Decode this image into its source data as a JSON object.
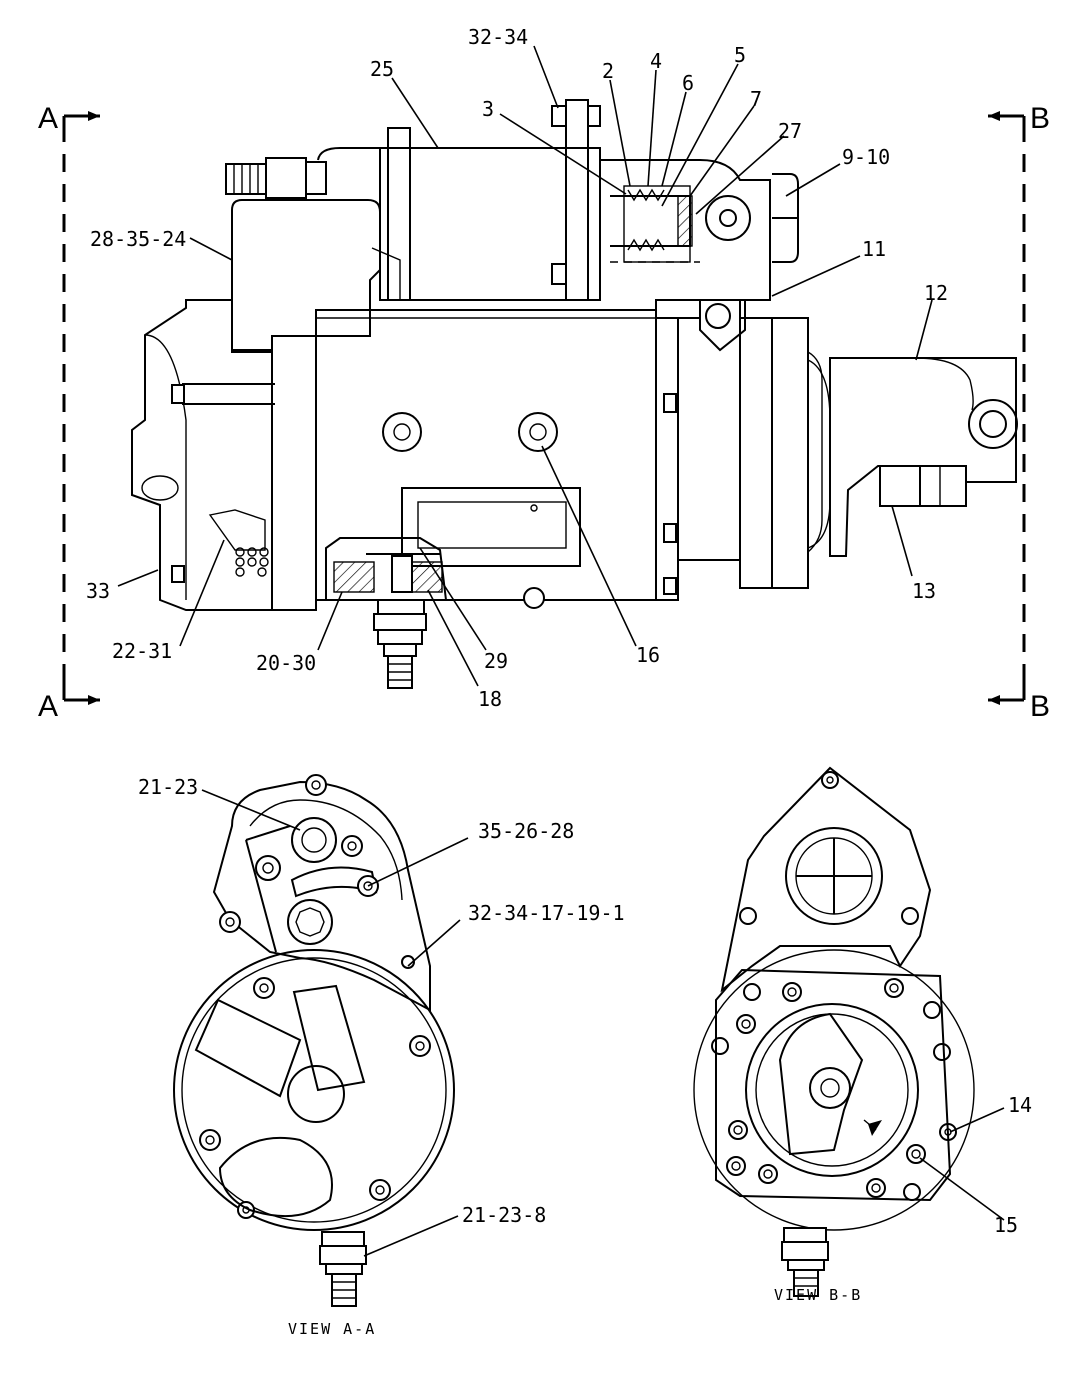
{
  "callouts": {
    "c_32_34": "32-34",
    "c_25": "25",
    "c_2": "2",
    "c_4": "4",
    "c_5": "5",
    "c_6": "6",
    "c_3": "3",
    "c_7": "7",
    "c_27": "27",
    "c_9_10": "9-10",
    "c_28_35_24": "28-35-24",
    "c_11": "11",
    "c_12": "12",
    "c_13": "13",
    "c_33": "33",
    "c_22_31": "22-31",
    "c_20_30": "20-30",
    "c_29": "29",
    "c_18": "18",
    "c_16": "16",
    "c_21_23": "21-23",
    "c_35_26_28": "35-26-28",
    "c_32_34_17_19_1": "32-34-17-19-1",
    "c_21_23_8": "21-23-8",
    "c_14": "14",
    "c_15": "15"
  },
  "section_marks": {
    "a_top": "A",
    "a_bottom": "A",
    "b_top": "B",
    "b_bottom": "B"
  },
  "views": {
    "view_a": "VIEW A-A",
    "view_b": "VIEW B-B"
  }
}
